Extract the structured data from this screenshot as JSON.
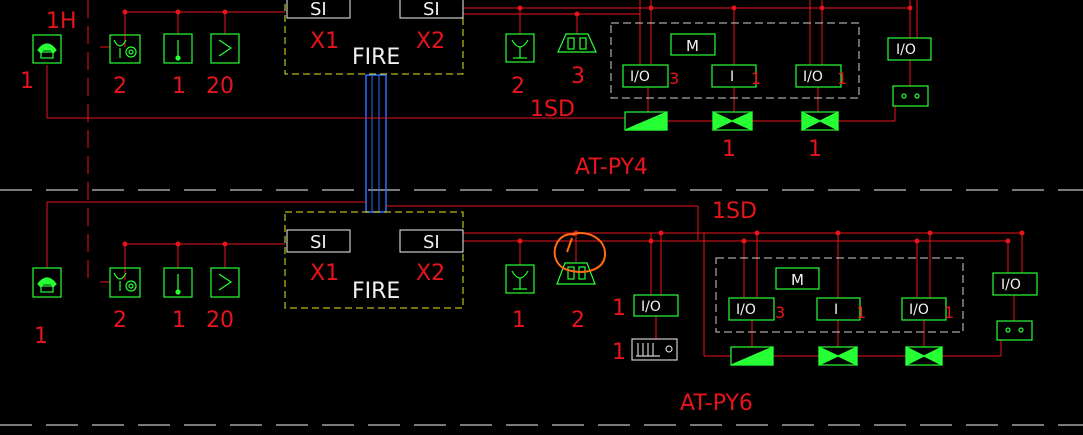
{
  "colors": {
    "background": "#000000",
    "wire": "#e8141c",
    "device": "#27ff35",
    "panel_border": "#e6e61a",
    "cable_riser": "#2e6cff",
    "markup": "#ff6a13",
    "label": "#e8141c",
    "text_white": "#f2f2f2",
    "gray_device": "#cfcfcf"
  },
  "upper": {
    "floor_label": "1H",
    "panel_label": "FIRE",
    "port1": "SI",
    "port2": "SI",
    "x1": "X1",
    "x2": "X2",
    "dev_phone_count": "1",
    "dev_bell_count": "2",
    "dev_manual_count": "1",
    "dev_detector_count": "20",
    "dev_speaker_count": "2",
    "dev_strobe_count": "3",
    "wire_label": "1SD",
    "box_label": "AT-PY4",
    "module_m": "M",
    "module_io1": "I/O",
    "module_io1_count": "3",
    "module_i": "I",
    "module_i_count": "1",
    "module_io2": "I/O",
    "module_io2_count": "1",
    "module_io_right": "I/O",
    "damper1_count": "1",
    "damper2_count": "1"
  },
  "lower": {
    "panel_label": "FIRE",
    "port1": "SI",
    "port2": "SI",
    "x1": "X1",
    "x2": "X2",
    "dev_phone_count": "1",
    "dev_bell_count": "2",
    "dev_manual_count": "1",
    "dev_detector_count": "20",
    "dev_speaker_count": "1",
    "dev_strobe_count": "2",
    "wire_label": "1SD",
    "box_label": "AT-PY6",
    "io_single": "I/O",
    "io_single_count": "1",
    "keypad_count": "1",
    "module_m": "M",
    "module_io1": "I/O",
    "module_io1_count": "3",
    "module_i": "I",
    "module_i_count": "1",
    "module_io2": "I/O",
    "module_io2_count": "1",
    "module_io_right": "I/O"
  }
}
